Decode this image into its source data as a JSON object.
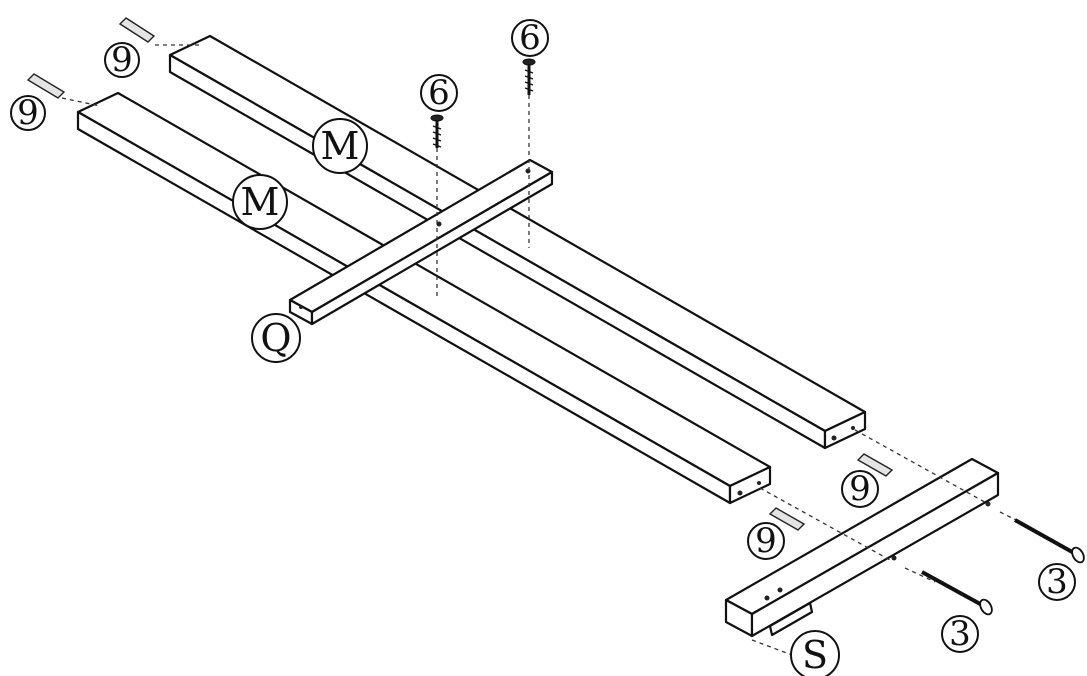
{
  "callouts": {
    "dowel_top_left": "9",
    "dowel_left": "9",
    "screw_top_a": "6",
    "screw_top_b": "6",
    "slat_back": "M",
    "slat_front": "M",
    "crossbar_top": "Q",
    "dowel_right_back": "9",
    "dowel_right_front": "9",
    "bolt_right": "3",
    "bolt_bottom": "3",
    "crossbar_bottom": "S"
  }
}
